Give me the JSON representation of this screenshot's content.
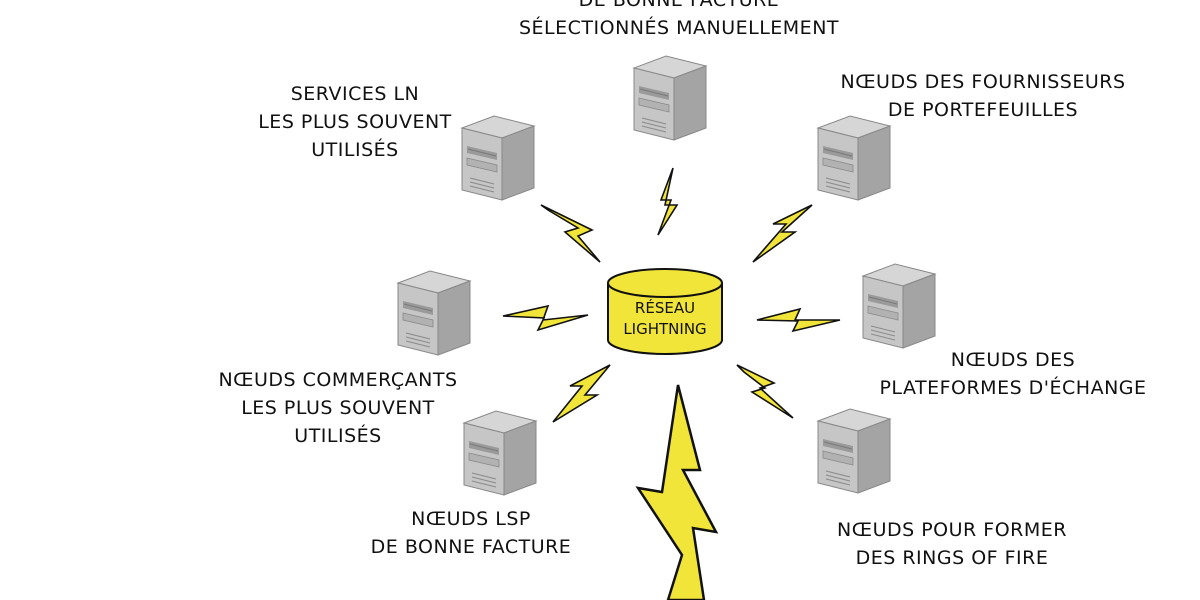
{
  "center": {
    "lines": [
      "RÉSEAU",
      "LIGHTNING"
    ]
  },
  "nodes": [
    {
      "id": "top",
      "lines": [
        "DE BONNE FACTURE",
        "SÉLECTIONNÉS MANUELLEMENT"
      ]
    },
    {
      "id": "services",
      "lines": [
        "SERVICES LN",
        "LES PLUS SOUVENT",
        "UTILISÉS"
      ]
    },
    {
      "id": "wallets",
      "lines": [
        "NŒUDS DES FOURNISSEURS",
        "DE PORTEFEUILLES"
      ]
    },
    {
      "id": "merchants",
      "lines": [
        "NŒUDS COMMERÇANTS",
        "LES PLUS SOUVENT",
        "UTILISÉS"
      ]
    },
    {
      "id": "exchanges",
      "lines": [
        "NŒUDS DES",
        "PLATEFORMES D'ÉCHANGE"
      ]
    },
    {
      "id": "lsp",
      "lines": [
        "NŒUDS LSP",
        "DE BONNE FACTURE"
      ]
    },
    {
      "id": "rings",
      "lines": [
        "NŒUDS POUR FORMER",
        "DES RINGS OF FIRE"
      ]
    }
  ],
  "colors": {
    "bolt": "#f2e53a",
    "stroke": "#111111",
    "server_front": "#c9c9c9",
    "server_side": "#a8a8a8",
    "server_top": "#d8d8d8"
  }
}
